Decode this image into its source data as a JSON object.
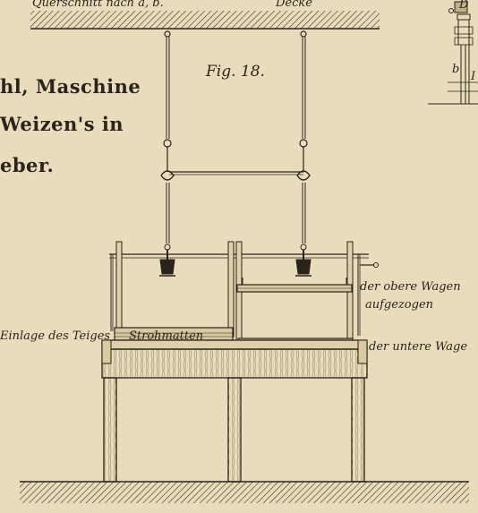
{
  "labels": {
    "section": "Querschnitt nach a, b.",
    "ceiling": "Decke",
    "fig": "Fig. 18.",
    "title_line1": "hl, Maschine",
    "title_line2": "Weizen's in",
    "title_line3": "eber.",
    "dough_insert": "Einlage des Teiges",
    "straw_mats": "Strohmatten",
    "upper_car_1": "der obere Wagen",
    "upper_car_2": "aufgezogen",
    "lower_car": "der untere Wage",
    "inset_d": "D",
    "inset_b": "b",
    "inset_i": "I"
  },
  "colors": {
    "paper": "#e9dcbc",
    "ink": "#2a241a",
    "wood": "#d9c9a0"
  }
}
